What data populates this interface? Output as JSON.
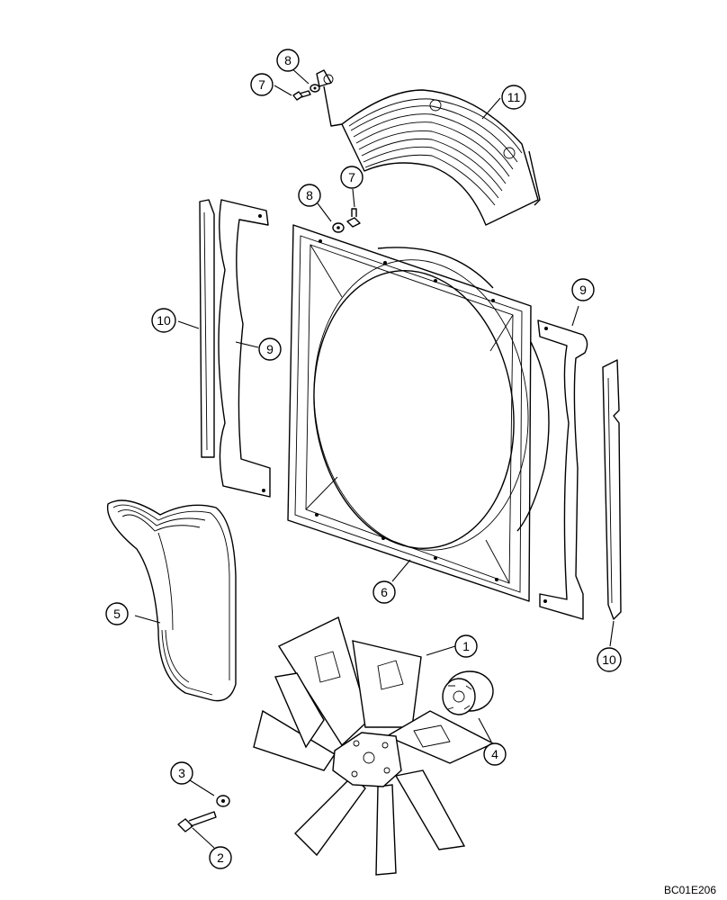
{
  "drawing_code": "BC01E206",
  "callouts": [
    {
      "id": "c1",
      "label": "1"
    },
    {
      "id": "c2",
      "label": "2"
    },
    {
      "id": "c3",
      "label": "3"
    },
    {
      "id": "c4",
      "label": "4"
    },
    {
      "id": "c5",
      "label": "5"
    },
    {
      "id": "c6",
      "label": "6"
    },
    {
      "id": "c7a",
      "label": "7"
    },
    {
      "id": "c7b",
      "label": "7"
    },
    {
      "id": "c8a",
      "label": "8"
    },
    {
      "id": "c8b",
      "label": "8"
    },
    {
      "id": "c9a",
      "label": "9"
    },
    {
      "id": "c9b",
      "label": "9"
    },
    {
      "id": "c10a",
      "label": "10"
    },
    {
      "id": "c10b",
      "label": "10"
    },
    {
      "id": "c11",
      "label": "11"
    }
  ]
}
